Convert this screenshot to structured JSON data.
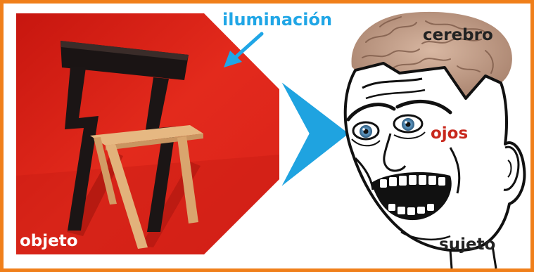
{
  "labels": {
    "illumination": "iluminación",
    "object": "objeto",
    "brain": "cerebro",
    "eyes": "ojos",
    "subject": "sujeto"
  },
  "colors": {
    "frame": "#f07f1a",
    "red_background": "#e3271b",
    "arrow_blue": "#1fa3e0",
    "illumination_text": "#20a6e6",
    "object_text": "#ffffff",
    "brain_text": "#222222",
    "eyes_text": "#c8281d",
    "subject_text": "#222222"
  },
  "icons": {
    "illumination_arrow": "diagonal-arrow-icon",
    "flow_arrow": "triangle-arrow-icon"
  }
}
